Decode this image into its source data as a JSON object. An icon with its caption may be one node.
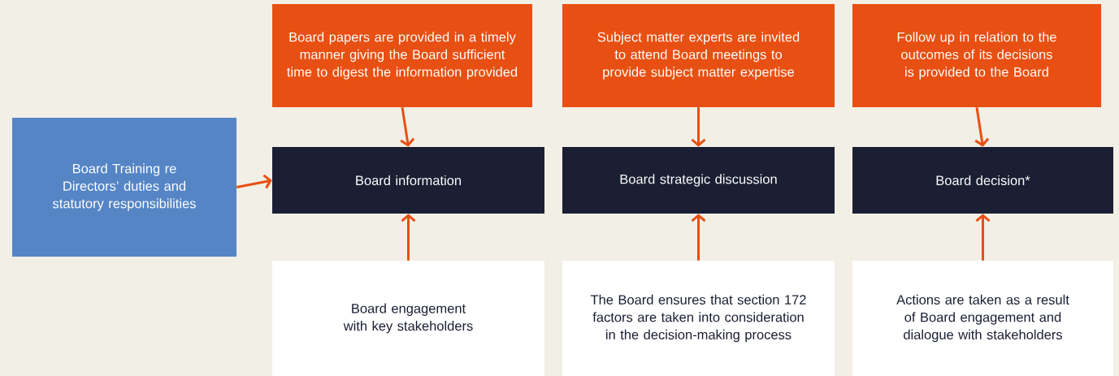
{
  "diagram": {
    "nodes": [
      {
        "text": [
          "Board papers are provided in a timely manner giving the Board sufficient time to digest the information provided"
        ]
      },
      {
        "text": [
          "Subject matter experts are invited to attend Board meetings to provide subject matter expertise"
        ]
      },
      {
        "text": [
          "Follow up in relation to the outcomes of its decisions is provided to the Board"
        ]
      },
      {
        "text": [
          "Board Training re Directors’ duties and statutory responsibilities"
        ]
      },
      {
        "text": [
          "Board information"
        ]
      },
      {
        "text": [
          "Board strategic discussion"
        ]
      },
      {
        "text": [
          "Board decision*"
        ]
      },
      {
        "text": [
          "Board engagement with key stakeholders"
        ]
      },
      {
        "text": [
          "The Board ensures that section 172 factors are taken into consideration in the decision-making process"
        ]
      },
      {
        "text": [
          "Actions are taken as a result of Board engagement and dialogue with stakeholders"
        ]
      }
    ],
    "edges": [
      {
        "from": 0,
        "to": 4,
        "arrow": "to"
      },
      {
        "from": 1,
        "to": 5,
        "arrow": "to"
      },
      {
        "from": 2,
        "to": 6,
        "arrow": "to"
      },
      {
        "from": 3,
        "to": 4,
        "arrow": "to"
      },
      {
        "from": 7,
        "to": 4,
        "arrow": "to"
      },
      {
        "from": 8,
        "to": 5,
        "arrow": "to"
      },
      {
        "from": 9,
        "to": 6,
        "arrow": "to"
      }
    ]
  }
}
